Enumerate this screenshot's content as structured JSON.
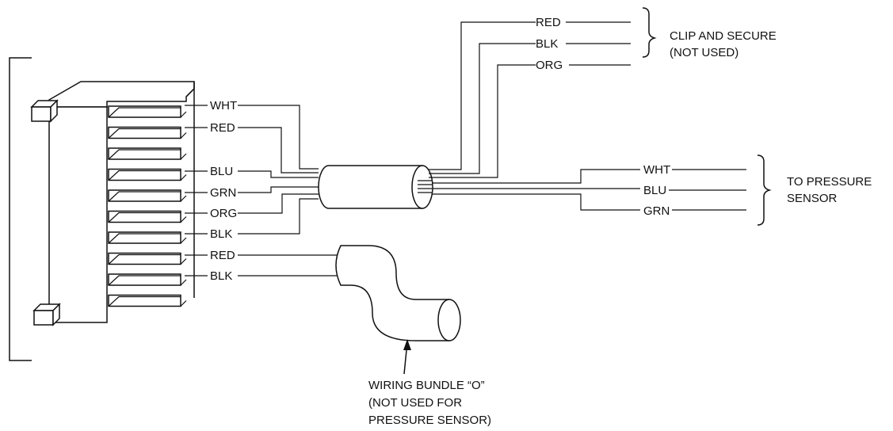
{
  "connector_labels": {
    "c1": "WHT",
    "c2": "RED",
    "c3": "BLU",
    "c4": "GRN",
    "c5": "ORG",
    "c6": "BLK",
    "c7": "RED",
    "c8": "BLK"
  },
  "upper_wires": {
    "red": "RED",
    "blk": "BLK",
    "org": "ORG"
  },
  "sensor_wires": {
    "wht": "WHT",
    "blu": "BLU",
    "grn": "GRN"
  },
  "clip_group": {
    "line1": "CLIP AND SECURE",
    "line2": "(NOT USED)"
  },
  "sensor_group": {
    "line1": "TO PRESSURE",
    "line2": "SENSOR"
  },
  "bundle_callout": {
    "line1": "WIRING BUNDLE “O”",
    "line2": "(NOT USED FOR",
    "line3": "PRESSURE SENSOR)"
  }
}
